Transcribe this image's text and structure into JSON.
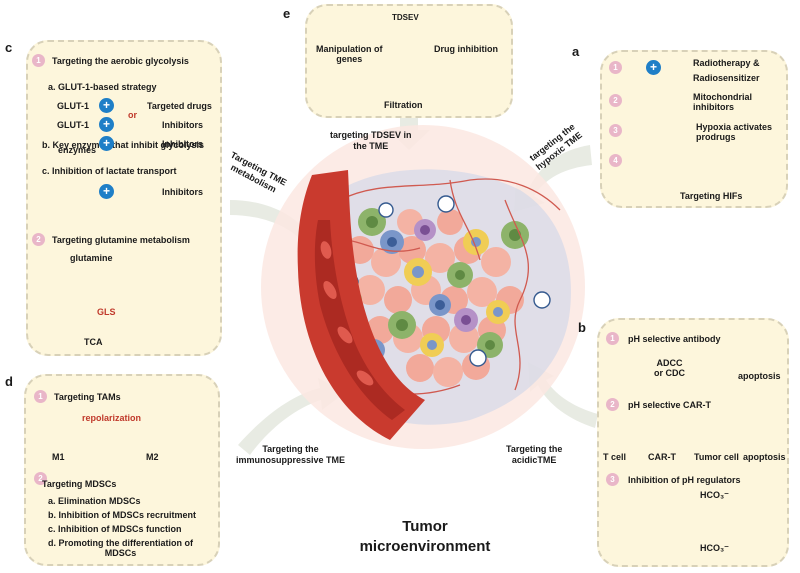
{
  "panel_e": {
    "letter": "e",
    "tdsev": "TDSEV",
    "manipulation": "Manipulation of\ngenes",
    "drug_inhibition": "Drug inhibition",
    "filtration": "Filtration"
  },
  "panel_c": {
    "letter": "c",
    "n1": "1",
    "aerobic": "Targeting the aerobic glycolysis",
    "glut_strategy": "a. GLUT-1-based strategy",
    "glut1": "GLUT-1",
    "targeted_drugs": "Targeted drugs",
    "or": "or",
    "inhibitors": "Inhibitors",
    "key_enzymes": "b. Key enzymes that inhibit glycolysis",
    "enzymes": "enzymes",
    "lactate": "c. Inhibition of lactate transport",
    "n2": "2",
    "glutamine_metab": "Targeting glutamine metabolism",
    "glutamine": "glutamine",
    "gls": "GLS",
    "tca": "TCA"
  },
  "panel_a": {
    "letter": "a",
    "n1": "1",
    "n2": "2",
    "n3": "3",
    "n4": "4",
    "radiotherapy": "Radiotherapy &",
    "radiosensitizer": "Radiosensitizer",
    "mito": "Mitochondrial\ninhibitors",
    "hypoxia": "Hypoxia activates\nprodrugs",
    "hifs": "Targeting HIFs"
  },
  "panel_d": {
    "letter": "d",
    "n1": "1",
    "tams": "Targeting TAMs",
    "repolarization": "repolarization",
    "m1": "M1",
    "m2": "M2",
    "n2": "2",
    "mdscs": "Targeting MDSCs",
    "d_a": "a. Elimination MDSCs",
    "d_b": "b. Inhibition of MDSCs recruitment",
    "d_c": "c. Inhibition of MDSCs function",
    "d_d": "d. Promoting the differentiation of\nMDSCs"
  },
  "panel_b": {
    "letter": "b",
    "n1": "1",
    "ph_antibody": "pH selective antibody",
    "adcc": "ADCC\nor CDC",
    "apoptosis": "apoptosis",
    "n2": "2",
    "car_t_title": "pH selective CAR-T",
    "t_cell": "T cell",
    "car_t": "CAR-T",
    "tumor_cell": "Tumor cell",
    "n3": "3",
    "ph_regulators": "Inhibition of pH regulators",
    "hco3": "HCO₃⁻"
  },
  "center": {
    "tdsev_tme": "targeting TDSEV in\nthe TME",
    "hypoxic": "targeting the\nhypoxic TME",
    "metabolism": "Targeting TME\nmetabolism",
    "immuno": "Targeting the\nimmunosuppressive TME",
    "acidic": "Targeting the\nacidicTME",
    "tumor_title": "Tumor\nmicroenvironment"
  },
  "colors": {
    "panel_bg": "#fdf6dc",
    "vessel": "#c93a2e",
    "cell_green": "#8db36a",
    "cell_blue": "#7a96c9",
    "cell_yellow": "#f0cd55",
    "tumor_pink": "#f2a99a",
    "accent_blue": "#1f7fc7"
  },
  "icons": [
    "radiation-icon",
    "mitochondria-icon",
    "pill-icon",
    "dna-icon",
    "antibody-icon",
    "ion-channel-icon",
    "gene-gun-icon",
    "filter-icon"
  ]
}
